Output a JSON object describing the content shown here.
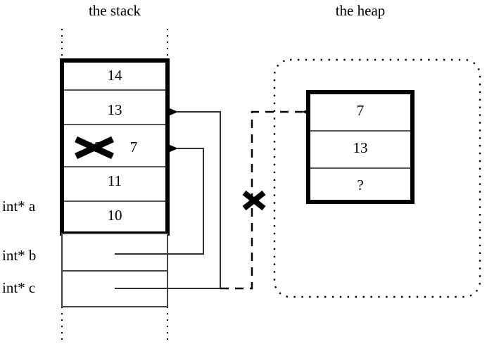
{
  "diagram": {
    "title_stack": "the stack",
    "title_heap": "the heap",
    "colors": {
      "ink": "#000000",
      "background": "#ffffff",
      "rule": "#444444"
    },
    "stack": {
      "frame_cells": [
        {
          "value": "14"
        },
        {
          "value": "13"
        },
        {
          "value": "12",
          "struck": true,
          "new_value": "7"
        },
        {
          "value": "11"
        },
        {
          "value": "10"
        }
      ],
      "pointer_rows": [
        {
          "label": "int* a"
        },
        {
          "label": "int* b"
        },
        {
          "label": "int* c"
        }
      ]
    },
    "heap": {
      "cells": [
        {
          "value": "7"
        },
        {
          "value": "13"
        },
        {
          "value": "?"
        }
      ]
    },
    "annotations": {
      "invalid_pointer_mark": "✕",
      "struck_value_mark": "✕"
    }
  }
}
